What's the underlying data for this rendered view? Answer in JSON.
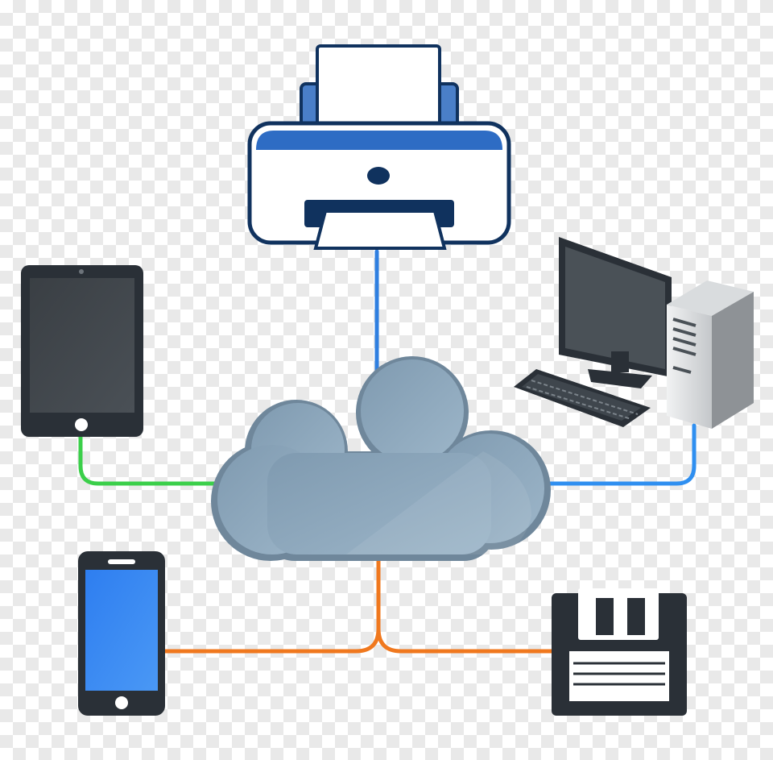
{
  "diagram": {
    "hub": {
      "icon": "cloud-icon",
      "color": "#8ea8bd"
    },
    "devices": [
      {
        "name": "printer",
        "icon": "printer-icon",
        "link_color": "#2f7fe0"
      },
      {
        "name": "tablet",
        "icon": "tablet-icon",
        "link_color": "#3bcf4a"
      },
      {
        "name": "desktop-computer",
        "icon": "desktop-computer-icon",
        "link_color": "#2f8ff0"
      },
      {
        "name": "smartphone",
        "icon": "smartphone-icon",
        "link_color": "#f0781e"
      },
      {
        "name": "floppy-disk",
        "icon": "floppy-disk-icon",
        "link_color": "#f0781e"
      }
    ]
  }
}
